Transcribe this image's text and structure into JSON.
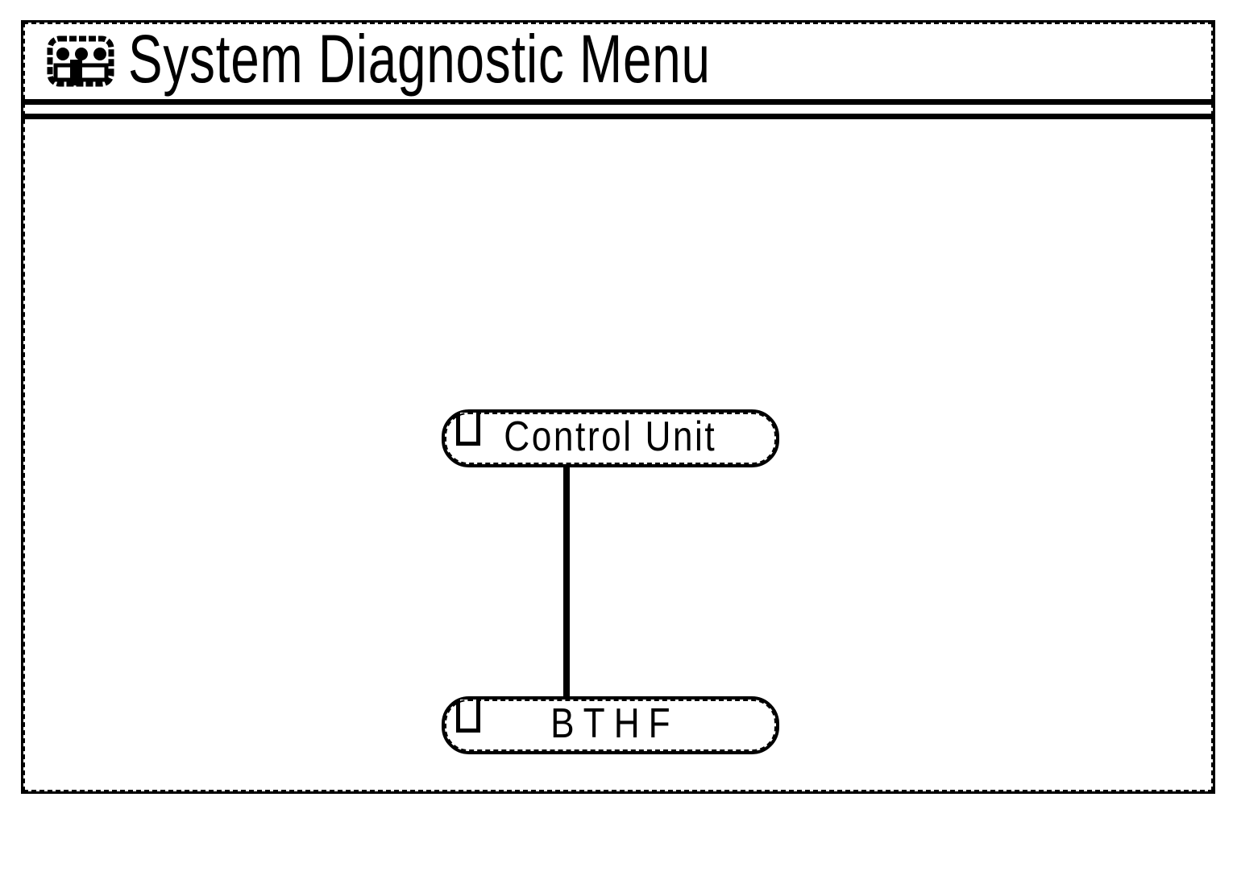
{
  "window": {
    "title": "System Diagnostic Menu",
    "title_icon": "control-panel-icon"
  },
  "diagram": {
    "nodes": [
      {
        "id": "control-unit",
        "label": "Control Unit",
        "icon": "tab-icon"
      },
      {
        "id": "bthf",
        "label": "BTHF",
        "icon": "tab-icon"
      }
    ],
    "connections": [
      {
        "from": "control-unit",
        "to": "bthf"
      }
    ]
  },
  "colors": {
    "foreground": "#000000",
    "background": "#ffffff"
  }
}
